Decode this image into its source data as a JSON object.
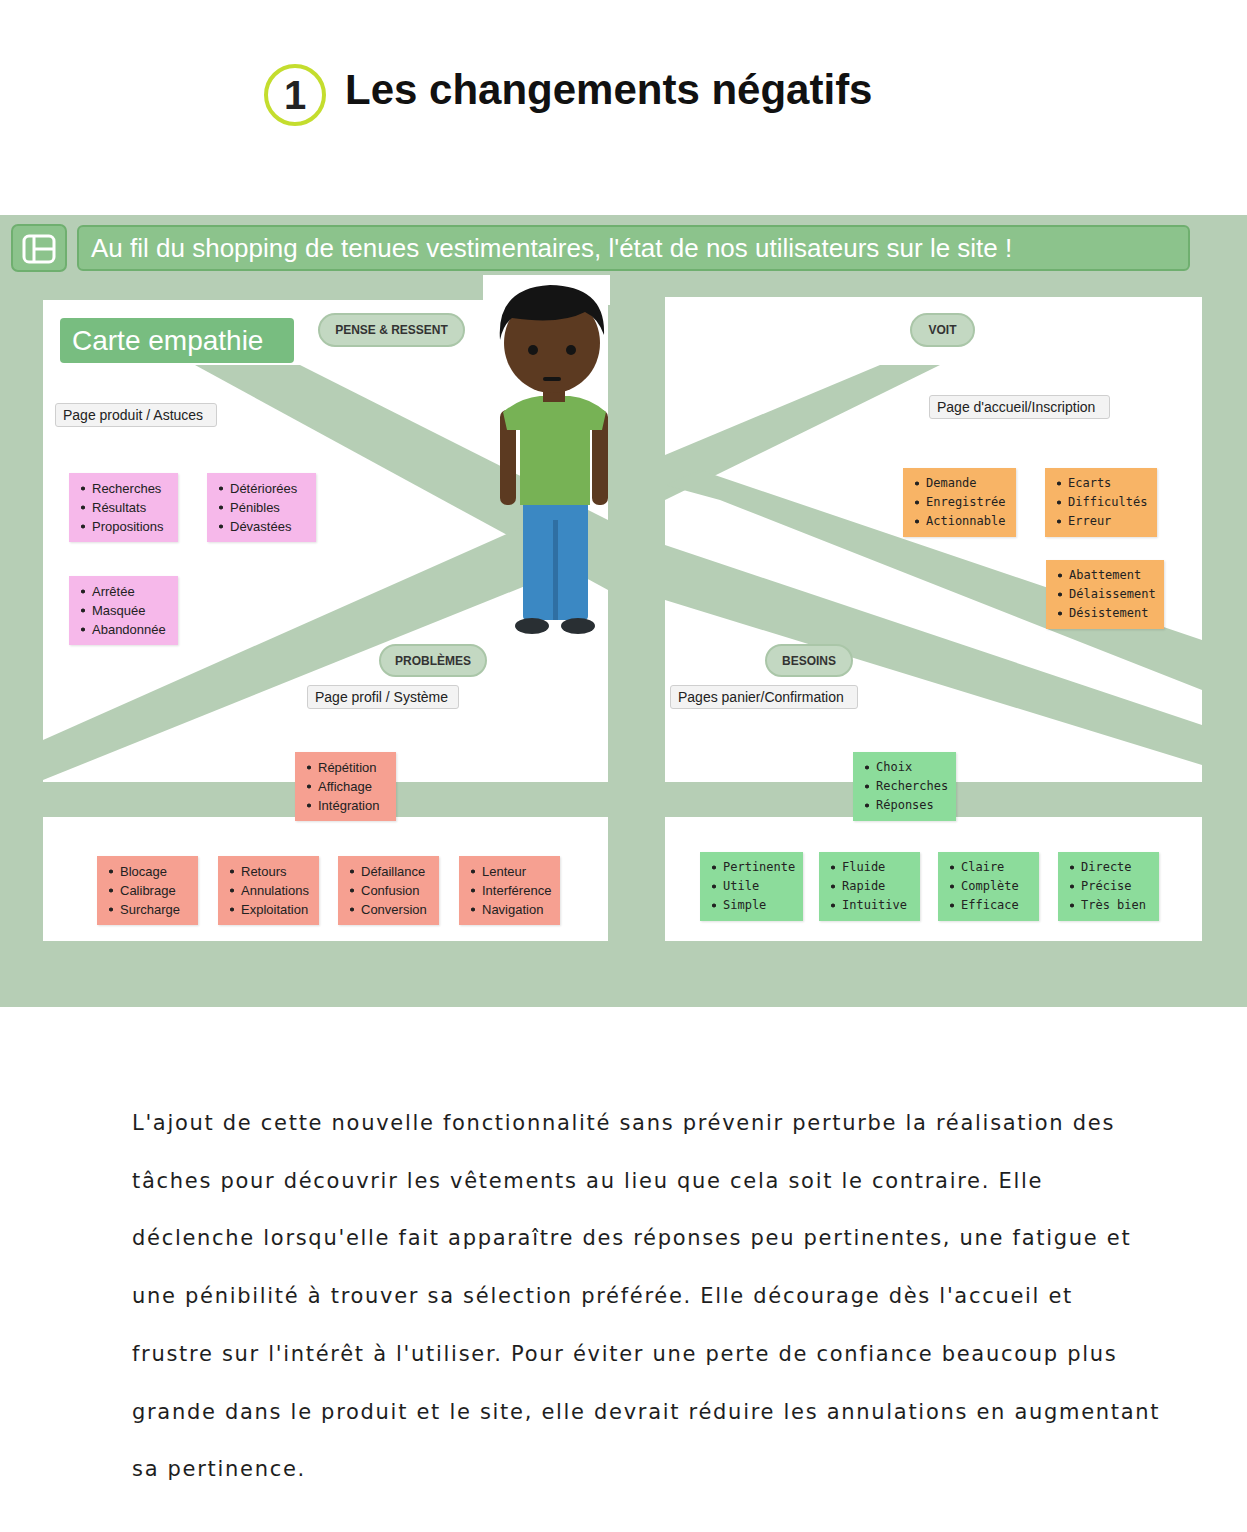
{
  "diagram": {
    "title": "Les changements négatifs",
    "caption": "L'ajout de cette nouvelle fonctionnalité sans prévenir perturbe la réalisation des tâches pour découvrir les vêtements au lieu que cela soit le contraire. Elle déclenche lorsqu'elle fait apparaître des réponses peu pertinentes, une fatigue et une pénibilité à trouver sa sélection préférée. Elle décourage dès l'accueil et frustre sur l'intérêt à l'utiliser. Pour éviter une perte de confiance beaucoup plus grande dans le produit et le site, elle devrait réduire les annulations en augmentant sa pertinence.",
    "nodes": [
      {
        "text": [
          "1"
        ]
      },
      {
        "text": [
          "Au fil du shopping de tenues vestimentaires, l'état de nos utilisateurs sur le site !"
        ]
      },
      {
        "text": [
          "Carte empathie"
        ]
      },
      {
        "text": [
          "PENSE & RESSENT"
        ]
      },
      {
        "text": [
          "VOIT"
        ]
      },
      {
        "text": [
          "Page produit / Astuces"
        ]
      },
      {
        "text": [
          "Page d'accueil/Inscription"
        ]
      },
      {
        "text": [
          "Recherches",
          "Résultats",
          "Propositions"
        ]
      },
      {
        "text": [
          "Détériorées",
          "Pénibles",
          "Dévastées"
        ]
      },
      {
        "text": [
          "Demande",
          "Enregistrée",
          "Actionnable"
        ]
      },
      {
        "text": [
          "Ecarts",
          "Difficultés",
          "Erreur"
        ]
      },
      {
        "text": [
          "Abattement",
          "Délaissement",
          "Désistement"
        ]
      },
      {
        "text": [
          "Arrêtée",
          "Masquée",
          "Abandonnée"
        ]
      },
      {
        "text": [
          "PROBLÈMES"
        ]
      },
      {
        "text": [
          "BESOINS"
        ]
      },
      {
        "text": [
          "Page profil / Système"
        ]
      },
      {
        "text": [
          "Pages panier/Confirmation"
        ]
      },
      {
        "text": [
          "Répétition",
          "Affichage",
          "Intégration"
        ]
      },
      {
        "text": [
          "Choix",
          "Recherches",
          "Réponses"
        ]
      },
      {
        "text": [
          "Blocage",
          "Calibrage",
          "Surcharge"
        ]
      },
      {
        "text": [
          "Retours",
          "Annulations",
          "Exploitation"
        ]
      },
      {
        "text": [
          "Défaillance",
          "Confusion",
          "Conversion"
        ]
      },
      {
        "text": [
          "Lenteur",
          "Interférence",
          "Navigation"
        ]
      },
      {
        "text": [
          "Pertinente",
          "Utile",
          "Simple"
        ]
      },
      {
        "text": [
          "Fluide",
          "Rapide",
          "Intuitive"
        ]
      },
      {
        "text": [
          "Claire",
          "Complète",
          "Efficace"
        ]
      },
      {
        "text": [
          "Directe",
          "Précise",
          "Très bien"
        ]
      }
    ]
  }
}
